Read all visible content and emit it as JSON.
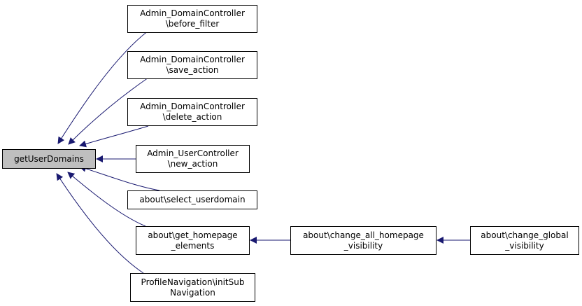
{
  "graph": {
    "colors": {
      "edge": "#191970",
      "root_fill": "#bfbfbf",
      "node_border": "#000000",
      "node_fill": "#ffffff"
    },
    "nodes": {
      "root": {
        "lines": [
          "getUserDomains"
        ]
      },
      "before_filter": {
        "lines": [
          "Admin_DomainController",
          "\\before_filter"
        ]
      },
      "save_action": {
        "lines": [
          "Admin_DomainController",
          "\\save_action"
        ]
      },
      "delete_action": {
        "lines": [
          "Admin_DomainController",
          "\\delete_action"
        ]
      },
      "new_action": {
        "lines": [
          "Admin_UserController",
          "\\new_action"
        ]
      },
      "select_userdomain": {
        "lines": [
          "about\\select_userdomain"
        ]
      },
      "get_homepage_elements": {
        "lines": [
          "about\\get_homepage",
          "_elements"
        ]
      },
      "init_sub_navigation": {
        "lines": [
          "ProfileNavigation\\initSub",
          "Navigation"
        ]
      },
      "change_all_homepage_visibility": {
        "lines": [
          "about\\change_all_homepage",
          "_visibility"
        ]
      },
      "change_global_visibility": {
        "lines": [
          "about\\change_global",
          "_visibility"
        ]
      }
    },
    "edges": [
      {
        "from": "before_filter",
        "to": "root"
      },
      {
        "from": "save_action",
        "to": "root"
      },
      {
        "from": "delete_action",
        "to": "root"
      },
      {
        "from": "new_action",
        "to": "root"
      },
      {
        "from": "select_userdomain",
        "to": "root"
      },
      {
        "from": "get_homepage_elements",
        "to": "root"
      },
      {
        "from": "init_sub_navigation",
        "to": "root"
      },
      {
        "from": "change_all_homepage_visibility",
        "to": "get_homepage_elements"
      },
      {
        "from": "change_global_visibility",
        "to": "change_all_homepage_visibility"
      }
    ]
  }
}
